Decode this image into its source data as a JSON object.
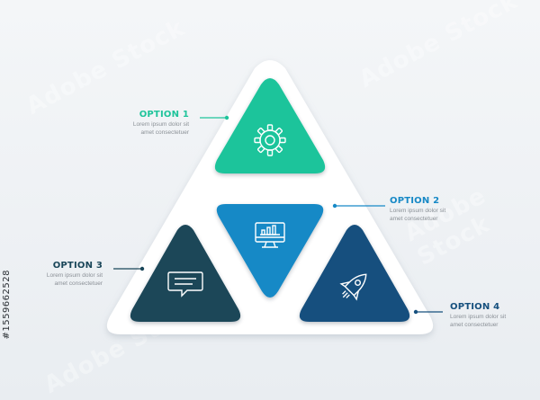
{
  "colors": {
    "option1": "#1fc49b",
    "option2": "#1789c6",
    "option3": "#1a4659",
    "option4": "#16507e",
    "outline": "#ffffff"
  },
  "options": [
    {
      "title": "OPTION 1",
      "desc_line1": "Lorem ipsum dolor sit",
      "desc_line2": "amet consectetuer",
      "icon": "gear-icon"
    },
    {
      "title": "OPTION 2",
      "desc_line1": "Lorem ipsum dolor sit",
      "desc_line2": "amet consectetuer",
      "icon": "monitor-chart-icon"
    },
    {
      "title": "OPTION 3",
      "desc_line1": "Lorem ipsum dolor sit",
      "desc_line2": "amet consectetuer",
      "icon": "chat-bubble-icon"
    },
    {
      "title": "OPTION 4",
      "desc_line1": "Lorem ipsum dolor sit",
      "desc_line2": "amet consectetuer",
      "icon": "rocket-icon"
    }
  ],
  "stock_id": "#1559662528",
  "watermark_text": "Adobe Stock"
}
